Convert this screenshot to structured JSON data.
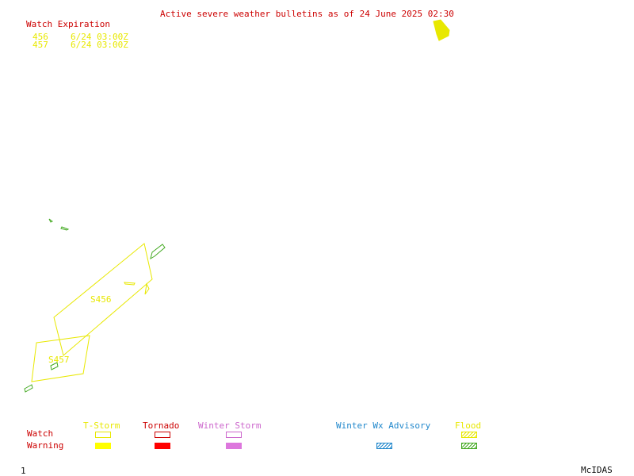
{
  "header": {
    "title": "Active severe weather bulletins as of 24 June 2025 02:30"
  },
  "watch_expiration": {
    "heading": "Watch Expiration",
    "items": [
      {
        "id": "456",
        "expires": "6/24 03:00Z"
      },
      {
        "id": "457",
        "expires": "6/24 03:00Z"
      }
    ]
  },
  "map": {
    "watch_labels": [
      "S456",
      "S457"
    ]
  },
  "legend": {
    "row_watch": "Watch",
    "row_warning": "Warning",
    "categories": [
      {
        "name": "T-Storm",
        "color": "#e8e800",
        "watch": "outline",
        "warning": "filled"
      },
      {
        "name": "Tornado",
        "color": "#cc0000",
        "watch": "outline",
        "warning": "filled"
      },
      {
        "name": "Winter Storm",
        "color": "#cc66cc",
        "watch": "outline",
        "warning": "filled"
      },
      {
        "name": "Winter Wx Advisory",
        "color": "#2288cc",
        "warning": "hatched"
      },
      {
        "name": "Flood",
        "color": "#e8e800",
        "warning_color": "#44aa22",
        "watch": "hatched",
        "warning": "hatched"
      }
    ]
  },
  "footer": {
    "frame_number": "1",
    "software": "McIDAS"
  }
}
